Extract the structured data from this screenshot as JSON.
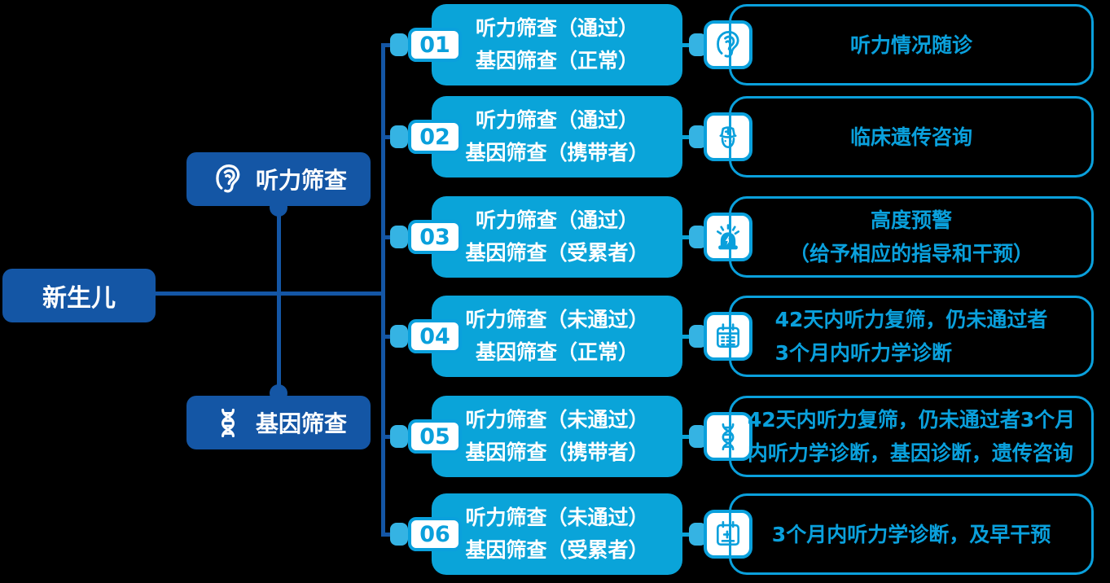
{
  "palette": {
    "dark_blue": "#1456a5",
    "cyan_fill": "#0aa4d9",
    "cyan_accent": "#0aa0dc",
    "tab_cyan": "#35b3e3",
    "text_white": "#ffffff",
    "background": "#000000"
  },
  "root": {
    "label": "新生儿"
  },
  "level2": {
    "hearing": {
      "label": "听力筛查",
      "icon": "ear-icon"
    },
    "gene": {
      "label": "基因筛查",
      "icon": "dna-icon"
    }
  },
  "rows": [
    {
      "num": "01",
      "line1": "听力筛查（通过）",
      "line2": "基因筛查（正常）",
      "icon": "ear-icon",
      "out1": "听力情况随诊"
    },
    {
      "num": "02",
      "line1": "听力筛查（通过）",
      "line2": "基因筛查（携带者）",
      "icon": "doctor-icon",
      "out1": "临床遗传咨询"
    },
    {
      "num": "03",
      "line1": "听力筛查（通过）",
      "line2": "基因筛查（受累者）",
      "icon": "siren-icon",
      "out1": "高度预警",
      "out2": "（给予相应的指导和干预）"
    },
    {
      "num": "04",
      "line1": "听力筛查（未通过）",
      "line2": "基因筛查（正常）",
      "icon": "calendar-icon",
      "out1": "42天内听力复筛，仍未通过者",
      "out2": "3个月内听力学诊断"
    },
    {
      "num": "05",
      "line1": "听力筛查（未通过）",
      "line2": "基因筛查（携带者）",
      "icon": "dna-icon",
      "out1": "42天内听力复筛，仍未通过者3个月",
      "out2": "内听力学诊断，基因诊断，遗传咨询"
    },
    {
      "num": "06",
      "line1": "听力筛查（未通过）",
      "line2": "基因筛查（受累者）",
      "icon": "calendar-plus-icon",
      "out1": "3个月内听力学诊断，及早干预"
    }
  ]
}
